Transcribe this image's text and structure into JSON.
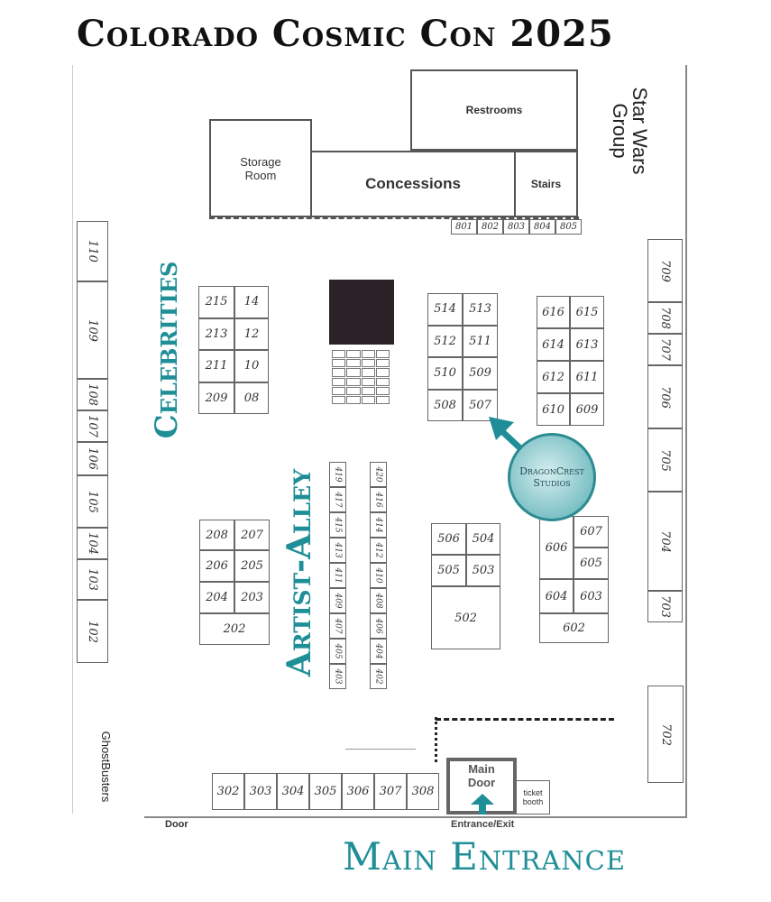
{
  "title": "Colorado Cosmic Con 2025",
  "rooms": {
    "restrooms": "Restrooms",
    "storage_room": "Storage Room",
    "concessions": "Concessions",
    "stairs": "Stairs",
    "main_door": "Main Door",
    "ticket_booth": "ticket booth"
  },
  "labels": {
    "star_wars_group": "Star Wars Group",
    "ghostbusters": "GhostBusters",
    "door": "Door",
    "entrance_exit": "Entrance/Exit",
    "main_entrance": "Main Entrance",
    "celebrities": "Celebrities",
    "artist_alley": "Artist-Alley"
  },
  "logo": {
    "text_line1": "DragonCrest",
    "text_line2": "Studios",
    "color": "#5fb3b8"
  },
  "accent_color": "#1f8e96",
  "booths": {
    "row_100": [
      "110",
      "109",
      "108",
      "107",
      "106",
      "105",
      "104",
      "103",
      "102"
    ],
    "row_700": [
      "709",
      "708",
      "707",
      "706",
      "705",
      "704",
      "703",
      "702"
    ],
    "row_800": [
      "801",
      "802",
      "803",
      "804",
      "805"
    ],
    "row_300": [
      "302",
      "303",
      "304",
      "305",
      "306",
      "307",
      "308"
    ],
    "celebrities_left": [
      "215",
      "213",
      "211",
      "209"
    ],
    "celebrities_right": [
      "14",
      "12",
      "10",
      "08"
    ],
    "row_500_upper": [
      "514",
      "513",
      "512",
      "511",
      "510",
      "509",
      "508",
      "507"
    ],
    "row_600_upper": [
      "616",
      "615",
      "614",
      "613",
      "612",
      "611",
      "610",
      "609"
    ],
    "row_200_lower": [
      "208",
      "207",
      "206",
      "205",
      "204",
      "203",
      "202"
    ],
    "row_500_lower": [
      "506",
      "504",
      "505",
      "503",
      "502"
    ],
    "row_600_lower": [
      "606",
      "607",
      "605",
      "604",
      "603",
      "602"
    ],
    "artist_alley_left": [
      "419",
      "417",
      "415",
      "413",
      "411",
      "409",
      "407",
      "405",
      "403"
    ],
    "artist_alley_right": [
      "420",
      "416",
      "414",
      "412",
      "410",
      "408",
      "406",
      "404",
      "402"
    ]
  }
}
